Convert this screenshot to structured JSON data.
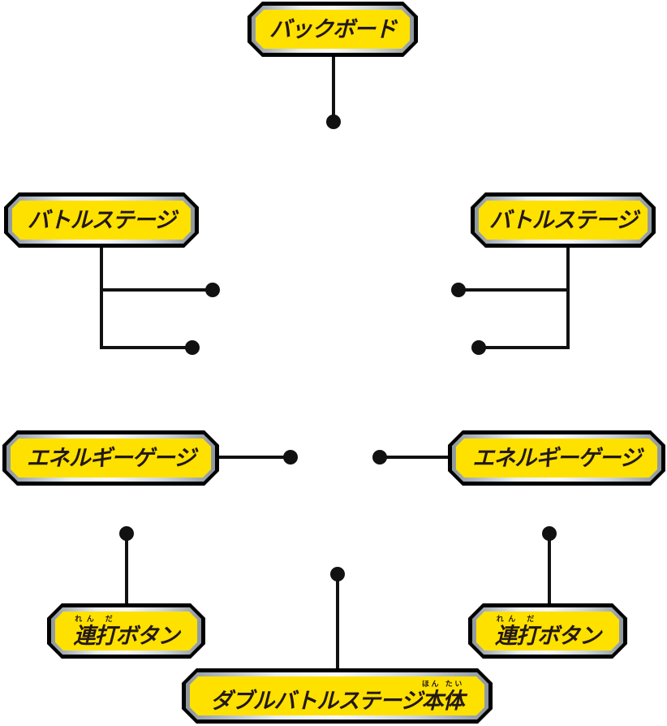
{
  "labels": {
    "back_board": "バックボード",
    "battle_stage_left": "バトルステージ",
    "battle_stage_right": "バトルステージ",
    "energy_gauge_left": "エネルギーゲージ",
    "energy_gauge_right": "エネルギーゲージ",
    "rapid_button_left": {
      "base": "連打",
      "ruby": "れん だ",
      "rest": "ボタン"
    },
    "rapid_button_right": {
      "base": "連打",
      "ruby": "れん だ",
      "rest": "ボタン"
    },
    "main_body": {
      "prefix": "ダブルバトルステージ",
      "base": "本体",
      "ruby": "ほん たい"
    }
  },
  "colors": {
    "label_fill": "#ffe100",
    "outline": "#000000",
    "text": "#231815"
  }
}
